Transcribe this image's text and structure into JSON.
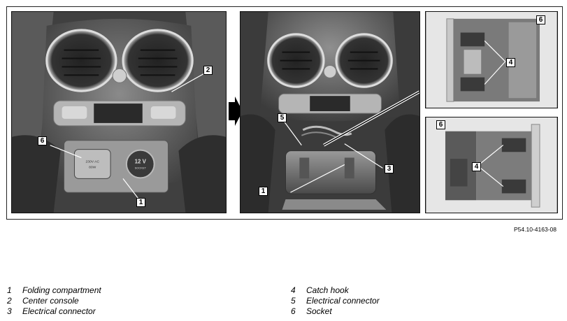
{
  "figure": {
    "reference_code": "P54.10-4163-08",
    "panel_left": {
      "callouts": [
        "2",
        "6",
        "1"
      ],
      "socket_labels": [
        "230V AC",
        "80W",
        "12 V",
        "SOCKET"
      ]
    },
    "panel_middle": {
      "callouts": [
        "5",
        "3",
        "1"
      ]
    },
    "panel_top_right": {
      "callouts": [
        "6",
        "4"
      ]
    },
    "panel_bottom_right": {
      "callouts": [
        "6",
        "4"
      ]
    }
  },
  "legend": {
    "left": [
      {
        "num": "1",
        "text": "Folding compartment"
      },
      {
        "num": "2",
        "text": "Center console"
      },
      {
        "num": "3",
        "text": "Electrical connector"
      }
    ],
    "right": [
      {
        "num": "4",
        "text": "Catch hook"
      },
      {
        "num": "5",
        "text": "Electrical connector"
      },
      {
        "num": "6",
        "text": "Socket"
      }
    ]
  }
}
